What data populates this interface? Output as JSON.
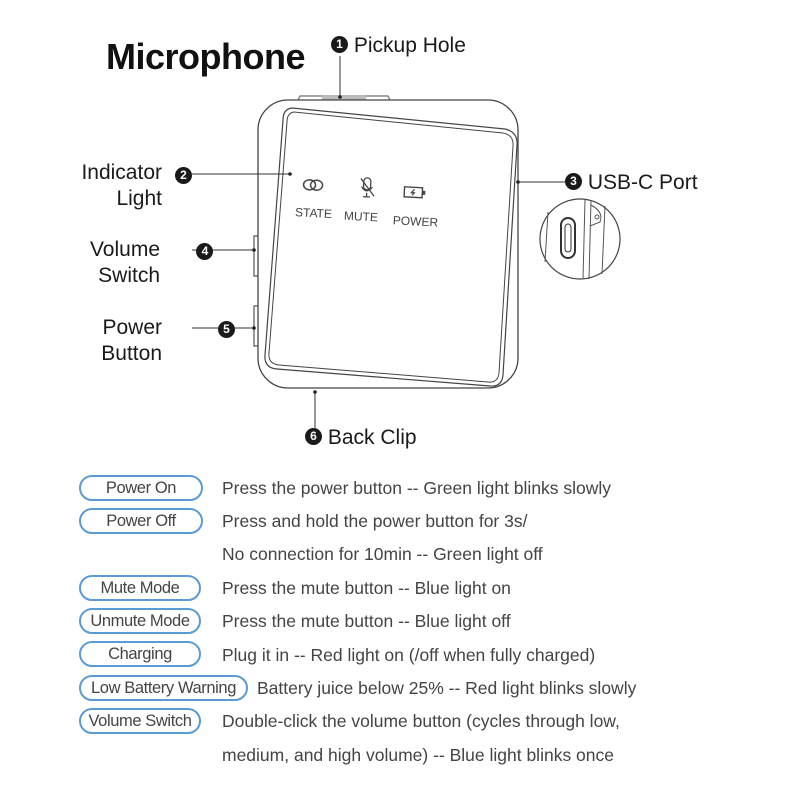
{
  "title": "Microphone",
  "callouts": [
    {
      "number": "1",
      "label": "Pickup Hole"
    },
    {
      "number": "2",
      "label_line1": "Indicator",
      "label_line2": "Light"
    },
    {
      "number": "3",
      "label": "USB-C Port"
    },
    {
      "number": "4",
      "label_line1": "Volume",
      "label_line2": "Switch"
    },
    {
      "number": "5",
      "label_line1": "Power",
      "label_line2": "Button"
    },
    {
      "number": "6",
      "label": "Back Clip"
    }
  ],
  "indicators": [
    {
      "icon": "link-icon",
      "label": "STATE"
    },
    {
      "icon": "mic-off-icon",
      "label": "MUTE"
    },
    {
      "icon": "battery-charging-icon",
      "label": "POWER"
    }
  ],
  "modes": [
    {
      "name": "Power On",
      "description": [
        "Press the power button -- Green light blinks slowly"
      ]
    },
    {
      "name": "Power Off",
      "description": [
        "Press and hold the power button for 3s/",
        "No connection for 10min -- Green light off"
      ]
    },
    {
      "name": "Mute Mode",
      "description": [
        "Press the mute button -- Blue light on"
      ]
    },
    {
      "name": "Unmute Mode",
      "description": [
        "Press the mute button -- Blue light off"
      ]
    },
    {
      "name": "Charging",
      "description": [
        "Plug it in -- Red light on (/off when fully charged)"
      ]
    },
    {
      "name": "Low Battery Warning",
      "description": [
        "Battery juice below 25% -- Red light blinks slowly"
      ]
    },
    {
      "name": "Volume Switch",
      "description": [
        "Double-click the volume button (cycles through low,",
        "medium, and high volume) -- Blue light blinks once"
      ]
    }
  ],
  "colors": {
    "pill_border": "#5b9bd5",
    "text": "#444444",
    "line": "#333333"
  }
}
